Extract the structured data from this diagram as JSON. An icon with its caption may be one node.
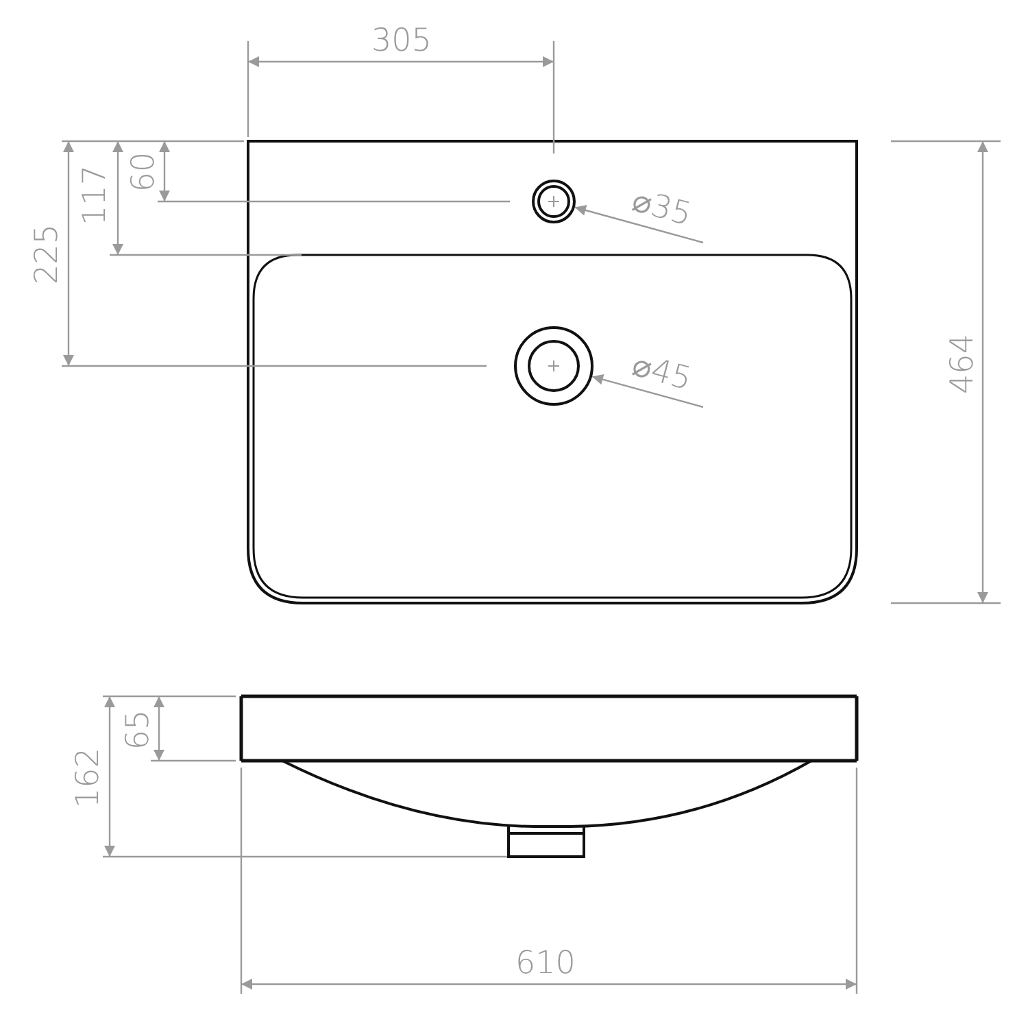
{
  "diagram": {
    "nodes": [
      {
        "text": [
          "⌀35"
        ]
      },
      {
        "text": [],
        "shape": "circle"
      },
      {
        "text": [
          "⌀45"
        ]
      },
      {
        "text": [],
        "shape": "circle"
      }
    ],
    "edges": [
      {
        "from": 0,
        "to": 1,
        "arrow": "to"
      },
      {
        "from": 2,
        "to": 3,
        "arrow": "to"
      }
    ],
    "labels": [
      "305",
      "60",
      "117",
      "225",
      "464",
      "65",
      "162",
      "610"
    ]
  }
}
